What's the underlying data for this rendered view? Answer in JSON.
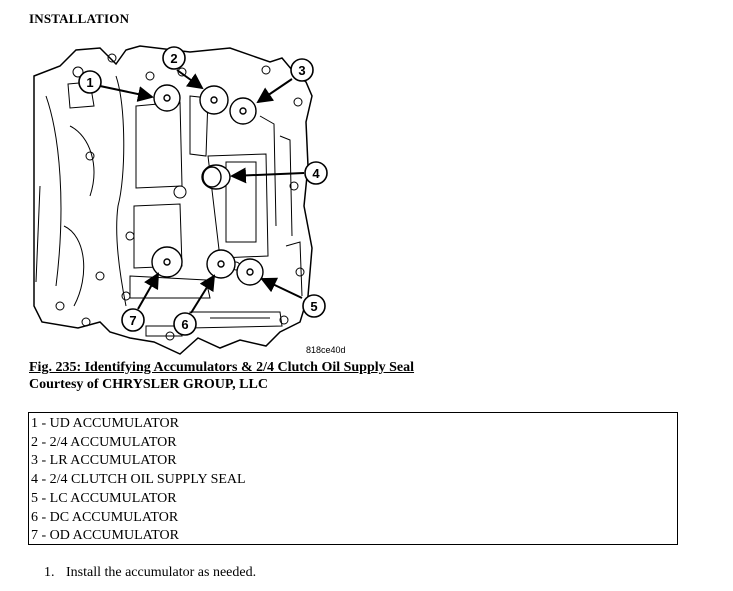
{
  "section_heading": "INSTALLATION",
  "figure": {
    "code": "818ce40d",
    "callouts": [
      "1",
      "2",
      "3",
      "4",
      "5",
      "6",
      "7"
    ]
  },
  "caption": "Fig. 235: Identifying Accumulators & 2/4 Clutch Oil Supply Seal",
  "courtesy": "Courtesy of CHRYSLER GROUP, LLC",
  "legend": [
    "1 - UD ACCUMULATOR",
    "2 - 2/4 ACCUMULATOR",
    "3 - LR ACCUMULATOR",
    "4 - 2/4 CLUTCH OIL SUPPLY SEAL",
    "5 - LC ACCUMULATOR",
    "6 - DC ACCUMULATOR",
    "7 - OD ACCUMULATOR"
  ],
  "steps": [
    {
      "number": "1.",
      "text": "Install the accumulator as needed."
    }
  ]
}
